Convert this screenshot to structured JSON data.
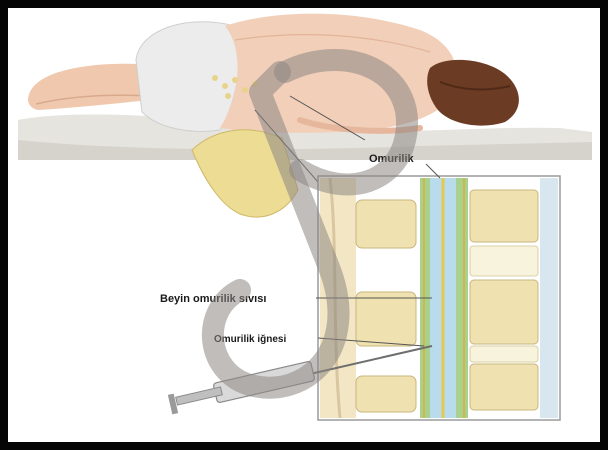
{
  "labels": {
    "spinal_cord": "Omurilik",
    "csf": "Beyin omurilik sıvısı",
    "spinal_needle": "Omurilik iğnesi"
  },
  "colors": {
    "frame": "#050505",
    "skin": "#f1cdb6",
    "hair": "#6b3b24",
    "sheet": "#e9e7e2",
    "gown": "#eeeeee",
    "vertebra": "#efe2b0",
    "disc": "#f7f3dc",
    "spinal_canal": "#a9d18e",
    "csf": "#b9dced",
    "watermark": "#a39e9a"
  }
}
